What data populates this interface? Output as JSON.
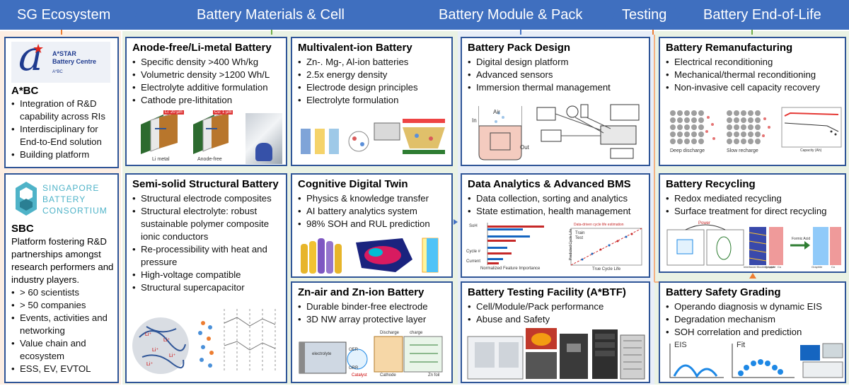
{
  "stages": [
    {
      "label": "SG Ecosystem",
      "color": "#3f6fbf"
    },
    {
      "label": "Battery Materials & Cell",
      "color": "#3f6fbf"
    },
    {
      "label": "Battery Module & Pack",
      "color": "#3f6fbf"
    },
    {
      "label": "Testing",
      "color": "#3f6fbf"
    },
    {
      "label": "Battery End-of-Life",
      "color": "#3f6fbf"
    }
  ],
  "abc": {
    "logo_letter": "a",
    "logo_name": "A*STAR",
    "logo_sub": "Battery Centre",
    "logo_small": "A*BC",
    "title": "A*BC",
    "items": [
      "Integration of R&D capability across RIs",
      "Interdisciplinary for End-to-End solution",
      "Building platform"
    ]
  },
  "sbc": {
    "logo_line1": "SINGAPORE",
    "logo_line2": "BATTERY",
    "logo_line3": "CONSORTIUM",
    "title": "SBC",
    "description": "Platform fostering R&D partnerships amongst research performers and industry players.",
    "items": [
      "> 60 scientists",
      "> 50 companies",
      "Events, activities and networking",
      "Value chain and ecosystem",
      "ESS, EV, EVTOL"
    ]
  },
  "cards": {
    "anode": {
      "title": "Anode-free/Li-metal Battery",
      "items": [
        "Specific density >400 Wh/kg",
        "Volumetric density >1200 Wh/L",
        "Electrolyte additive formulation",
        "Cathode pre-lithitation"
      ],
      "fig_labels": [
        "Li metal",
        "Anode-free",
        "Li: 20 µm",
        "Cu: 1 µm"
      ]
    },
    "multivalent": {
      "title": "Multivalent-ion Battery",
      "items": [
        "Zn-. Mg-, Al-ion batteries",
        "2.5x energy density",
        "Electrode design principles",
        "Electrolyte formulation"
      ]
    },
    "semisolid": {
      "title": "Semi-solid Structural Battery",
      "items": [
        "Structural electrode composites",
        "Structural electrolyte: robust sustainable polymer composite ionic conductors",
        "Re-processibility with heat and pressure",
        "High-voltage compatible",
        "Structural supercapacitor"
      ],
      "fig_labels": [
        "Li⁺",
        "Li⁺",
        "Li⁺",
        "Li⁺",
        "Li⁺"
      ]
    },
    "twin": {
      "title": "Cognitive Digital Twin",
      "items": [
        "Physics & knowledge transfer",
        "AI battery analytics system",
        "98% SOH and RUL prediction"
      ]
    },
    "znair": {
      "title": "Zn-air and Zn-ion Battery",
      "items": [
        "Durable binder-free electrode",
        "3D NW array protective layer"
      ],
      "fig_labels": [
        "electrolyte",
        "OER",
        "ORR",
        "Discharge",
        "charge",
        "Catalyst",
        "Cathode",
        "Zn foil"
      ]
    },
    "pack": {
      "title": "Battery Pack Design",
      "items": [
        "Digital design platform",
        "Advanced sensors",
        "Immersion thermal management"
      ],
      "fig_labels": [
        "Air",
        "In",
        "Out"
      ]
    },
    "analytics": {
      "title": "Data Analytics & Advanced BMS",
      "items": [
        "Data collection, sorting and analytics",
        "State estimation, health management"
      ],
      "fig_labels": [
        "SoH",
        "Cycle #",
        "Current",
        "Normalized Feature Importance",
        "Data-driven cycle life estimation",
        "Train",
        "Test",
        "True Cycle Life",
        "Predicted Cycle Life"
      ]
    },
    "testing": {
      "title": "Battery Testing Facility (A*BTF)",
      "items": [
        "Cell/Module/Pack performance",
        "Abuse and Safety"
      ]
    },
    "reman": {
      "title": "Battery Remanufacturing",
      "items": [
        "Electrical reconditioning",
        "Mechanical/thermal reconditioning",
        "Non-invasive cell capacity recovery"
      ],
      "fig_labels": [
        "Deep discharge",
        "Slow recharge",
        "Capacity (Ah)"
      ]
    },
    "recycling": {
      "title": "Battery Recycling",
      "items": [
        "Redox mediated recycling",
        "Surface treatment for direct recycling"
      ],
      "fig_labels": [
        "Power",
        "Interfacial Blocking Layer",
        "Graphite",
        "Cu",
        "Formic Acid",
        "Graphite",
        "Cu"
      ]
    },
    "safety": {
      "title": "Battery Safety Grading",
      "items": [
        "Operando diagnosis w dynamic EIS",
        "Degradation mechanism",
        "SOH correlation and prediction"
      ],
      "fig_labels": [
        "EIS",
        "Fit"
      ]
    }
  }
}
